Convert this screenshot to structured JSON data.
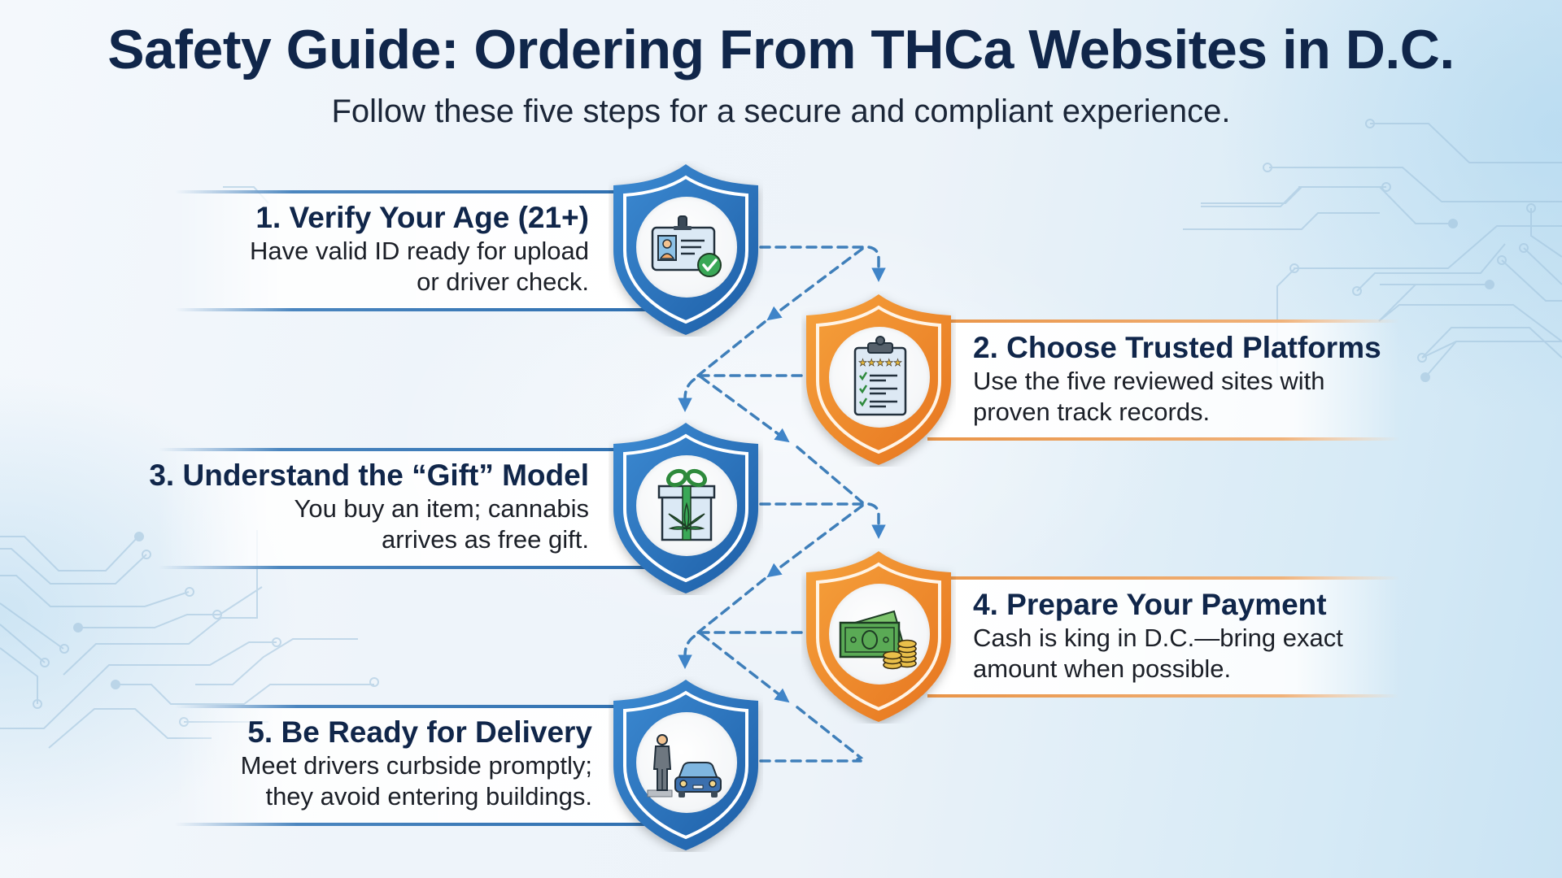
{
  "header": {
    "title": "Safety Guide: Ordering From THCa Websites in D.C.",
    "subtitle": "Follow these five steps for a secure and compliant experience."
  },
  "colors": {
    "title": "#10264a",
    "blue_shield": "#2e6fb0",
    "orange_shield": "#ee8a2c",
    "connector": "#3f7fba",
    "background": "#eef4fa"
  },
  "steps": [
    {
      "number": 1,
      "title": "1. Verify Your Age (21+)",
      "desc_line1": "Have valid ID ready for upload",
      "desc_line2": "or driver check.",
      "icon": "id-card-check-icon",
      "shield_color": "blue",
      "side": "left"
    },
    {
      "number": 2,
      "title": "2. Choose Trusted Platforms",
      "desc_line1": "Use the five reviewed sites with",
      "desc_line2": "proven track records.",
      "icon": "clipboard-rating-icon",
      "shield_color": "orange",
      "side": "right"
    },
    {
      "number": 3,
      "title": "3. Understand the “Gift” Model",
      "desc_line1": "You buy an item; cannabis",
      "desc_line2": "arrives as free gift.",
      "icon": "gift-cannabis-icon",
      "shield_color": "blue",
      "side": "left"
    },
    {
      "number": 4,
      "title": "4. Prepare Your Payment",
      "desc_line1": "Cash is king in D.C.—bring exact",
      "desc_line2": "amount when possible.",
      "icon": "cash-coins-icon",
      "shield_color": "orange",
      "side": "right"
    },
    {
      "number": 5,
      "title": "5. Be Ready for Delivery",
      "desc_line1": "Meet drivers curbside promptly;",
      "desc_line2": "they avoid entering buildings.",
      "icon": "person-car-curbside-icon",
      "shield_color": "blue",
      "side": "left"
    }
  ]
}
